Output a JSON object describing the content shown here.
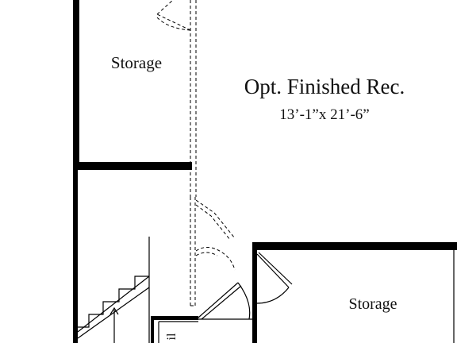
{
  "rooms": {
    "storage_left": {
      "label": "Storage"
    },
    "rec_room": {
      "label": "Opt. Finished Rec.",
      "dimensions": "13’-1”x 21’-6”"
    },
    "storage_right": {
      "label": "Storage"
    },
    "partial_label": {
      "label": "il"
    }
  },
  "colors": {
    "walls": "#000000",
    "background": "#ffffff"
  }
}
